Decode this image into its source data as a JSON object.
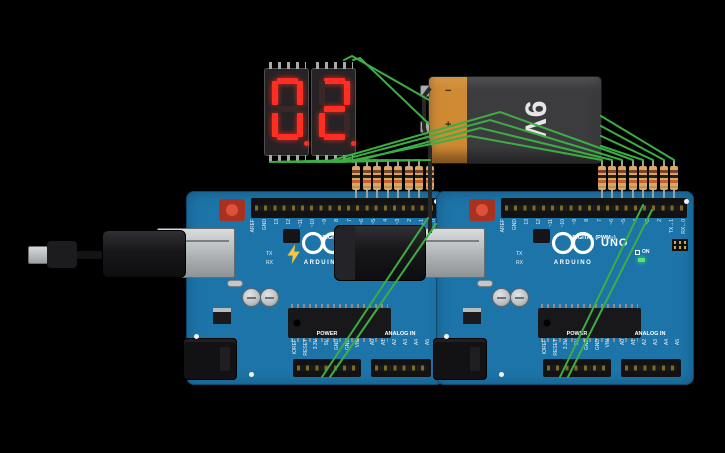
{
  "scene": {
    "background": "#000000"
  },
  "display": {
    "digits": [
      "0",
      "2"
    ],
    "decimal_point_on": true,
    "segment_on_color": "#ff2d22",
    "body_color": "#272325"
  },
  "battery": {
    "label": "9V",
    "minus_label": "−",
    "plus_label": "+",
    "band_color": "#cf8a33",
    "body_color": "#3c3c3e"
  },
  "wires": {
    "signal_color": "#3cae43",
    "lead_color": "#28282a"
  },
  "resistors": {
    "left_count": 8,
    "right_count": 8,
    "body_color": "#d8a768"
  },
  "arduino": {
    "brand": "ARDUINO",
    "model": "UNO",
    "digital_label": "DIGITAL (PWM~)",
    "power_label": "POWER",
    "analog_label": "ANALOG IN",
    "tx_label": "TX",
    "rx_label": "RX",
    "on_label": "ON",
    "board_color": "#1d74a9",
    "digital_pins": [
      "AREF",
      "GND",
      "13",
      "12",
      "~11",
      "~10",
      "~9",
      "8",
      "7",
      "~6",
      "~5",
      "4",
      "~3",
      "2",
      "TX→1",
      "RX←0"
    ],
    "power_pins": [
      "IOREF",
      "RESET",
      "3.3V",
      "5V",
      "GND",
      "GND",
      "VIN"
    ],
    "analog_pins": [
      "A0",
      "A1",
      "A2",
      "A3",
      "A4",
      "A5"
    ]
  }
}
